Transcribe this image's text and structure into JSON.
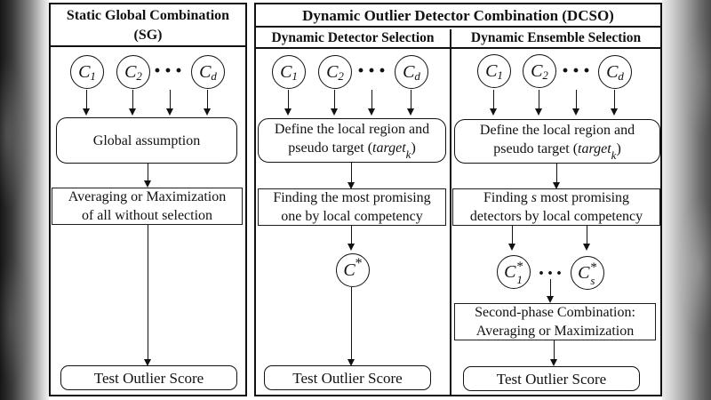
{
  "colors": {
    "line": "#111111",
    "paper": "#ffffff",
    "edge_left": "#161616",
    "edge_right": "#4d4d4d"
  },
  "detectors": [
    {
      "base": "C",
      "sub": "1"
    },
    {
      "base": "C",
      "sub": "2"
    },
    {
      "base": "C",
      "sub": "d"
    }
  ],
  "dots": "···",
  "sg": {
    "title_line1": "Static Global Combination",
    "title_line2": "(SG)",
    "global_assumption": "Global assumption",
    "averaging_line1": "Averaging or Maximization",
    "averaging_line2": "of all without selection",
    "test_outlier_score": "Test Outlier Score"
  },
  "dcso": {
    "title": "Dynamic Outlier Detector Combination (DCSO)",
    "dds": {
      "header": "Dynamic Detector Selection",
      "define_line1": "Define the local region and",
      "define_l2_pre": "pseudo target (",
      "define_l2_word": "target",
      "define_l2_sub": "k",
      "define_l2_post": ")",
      "finding_line1": "Finding the most promising",
      "finding_line2": "one by local competency",
      "selected": {
        "base": "C",
        "sup": "*"
      },
      "test_outlier_score": "Test Outlier Score"
    },
    "des": {
      "header": "Dynamic Ensemble Selection",
      "define_line1": "Define the local region and",
      "define_l2_pre": "pseudo target (",
      "define_l2_word": "target",
      "define_l2_sub": "k",
      "define_l2_post": ")",
      "finding_l1_pre": "Finding ",
      "finding_l1_word": "s",
      "finding_l1_post": " most promising",
      "finding_line2": "detectors by local competency",
      "selected_first": {
        "base": "C",
        "sup": "*",
        "sub": "1"
      },
      "selected_last": {
        "base": "C",
        "sup": "*",
        "sub": "s"
      },
      "second_line1": "Second-phase Combination:",
      "second_line2": "Averaging or Maximization",
      "test_outlier_score": "Test Outlier Score"
    }
  }
}
